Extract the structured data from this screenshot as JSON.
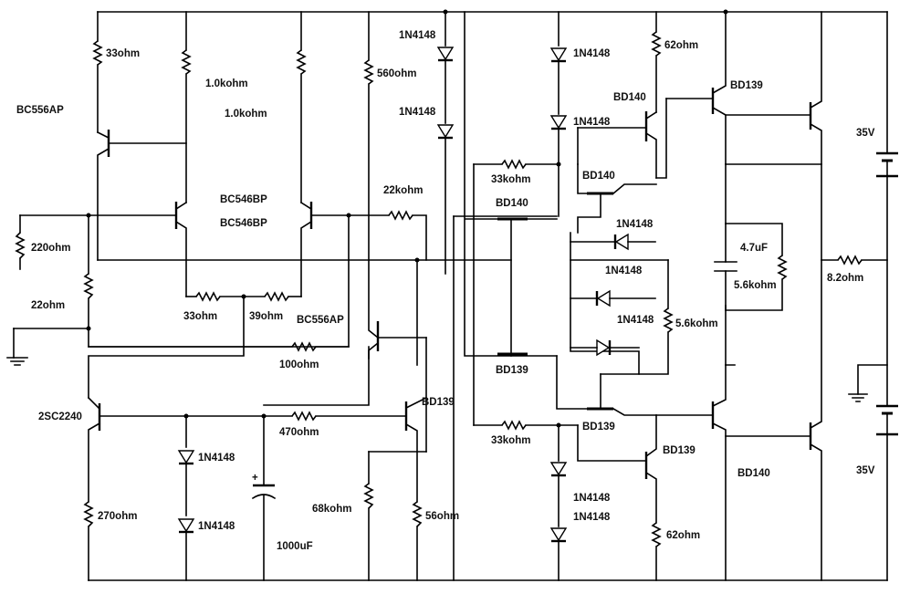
{
  "labels": {
    "r_33ohm_top": "33ohm",
    "r_1k_a": "1.0kohm",
    "r_1k_b": "1.0kohm",
    "r_560": "560ohm",
    "d_top_a": "1N4148",
    "d_top_b": "1N4148",
    "d_upper_a": "1N4148",
    "d_upper_b": "1N4148",
    "r_62_top": "62ohm",
    "q_bd140_pre": "BD140",
    "q_bd139_top": "BD139",
    "q_bc556_a": "BC556AP",
    "r_33k_top": "33kohm",
    "q_bd140_mid": "BD140",
    "q_bd140_left": "BD140",
    "q_bc546_a": "BC546BP",
    "q_bc546_b": "BC546BP",
    "r_22k": "22kohm",
    "d_bias_a": "1N4148",
    "d_bias_b": "1N4148",
    "d_bias_c": "1N4148",
    "r_5k6_a": "5.6kohm",
    "c_4u7": "4.7uF",
    "r_5k6_b": "5.6kohm",
    "r_8_2": "8.2ohm",
    "r_220": "220ohm",
    "r_22": "22ohm",
    "r_33ohm_mid": "33ohm",
    "r_39ohm": "39ohm",
    "q_bc556_b": "BC556AP",
    "r_100": "100ohm",
    "q_bd139_left": "BD139",
    "v_top": "35V",
    "v_bottom": "35V",
    "q_2sc2240": "2SC2240",
    "r_470": "470ohm",
    "q_bd139_vas": "BD139",
    "q_bd139_mid": "BD139",
    "r_33k_bot": "33kohm",
    "q_bd139_drv": "BD139",
    "q_bd140_out": "BD140",
    "d_low_a": "1N4148",
    "d_low_b": "1N4148",
    "d_low_c": "1N4148",
    "d_low_d": "1N4148",
    "r_68k": "68kohm",
    "r_56": "56ohm",
    "r_270": "270ohm",
    "c_1000": "1000uF",
    "r_62_bot": "62ohm"
  }
}
